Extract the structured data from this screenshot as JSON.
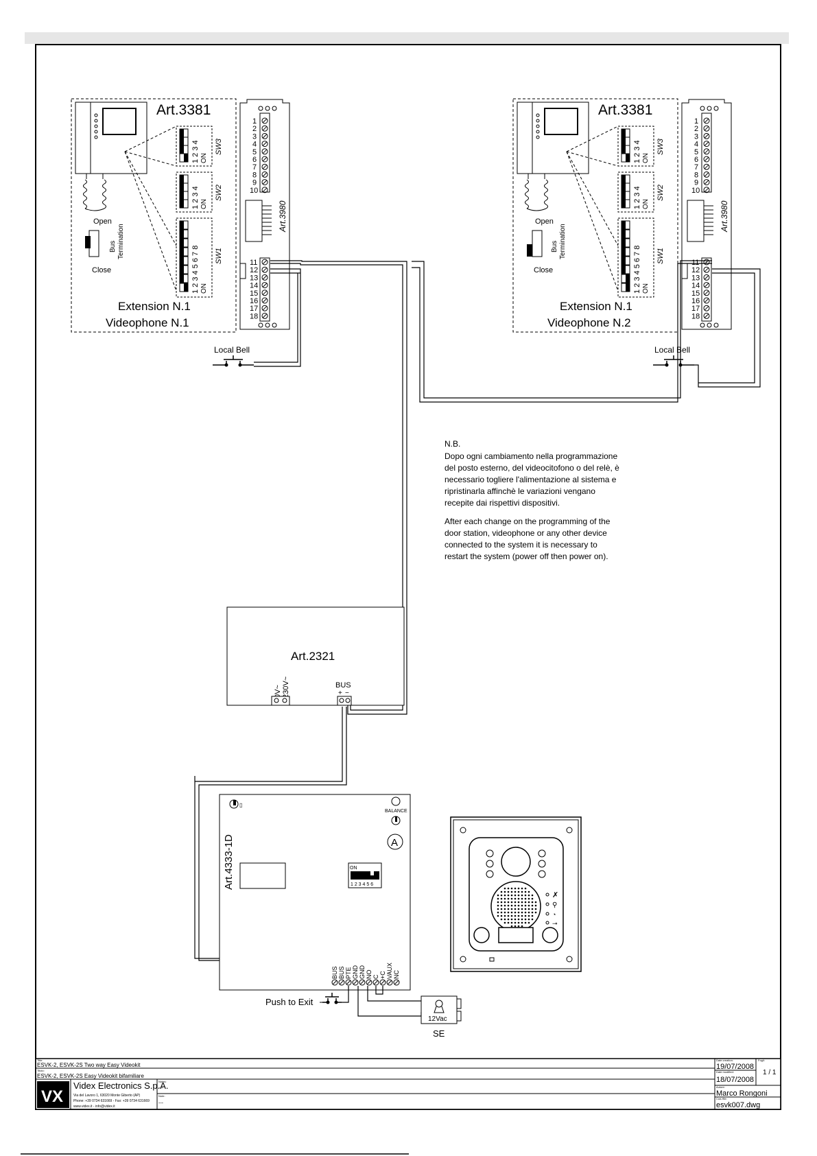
{
  "videophones": [
    {
      "model": "Art.3381",
      "extension": "Extension N.1",
      "videophone": "Videophone N.1",
      "termination": "Open"
    },
    {
      "model": "Art.3381",
      "extension": "Extension N.1",
      "videophone": "Videophone N.2",
      "termination": "Close"
    }
  ],
  "labels": {
    "open": "Open",
    "close": "Close",
    "bus": "Bus",
    "termination": "Termination",
    "sw1": "SW1",
    "sw2": "SW2",
    "sw3": "SW3",
    "on": "ON",
    "module": "Art.3980",
    "local_bell": "Local Bell"
  },
  "terminal_numbers_top": [
    "1",
    "2",
    "3",
    "4",
    "5",
    "6",
    "7",
    "8",
    "9",
    "10"
  ],
  "terminal_numbers_bottom": [
    "11",
    "12",
    "13",
    "14",
    "15",
    "16",
    "17",
    "18"
  ],
  "power_supply": {
    "model": "Art.2321",
    "in_0v": "0V~",
    "in_230v": "230V~",
    "bus": "BUS",
    "plus": "+",
    "minus": "−"
  },
  "door_unit": {
    "model": "Art.4333-1D",
    "balance": "BALANCE",
    "badge": "A",
    "dip_on": "ON",
    "dip_numbers": [
      "1",
      "2",
      "3",
      "4",
      "5",
      "6"
    ],
    "terminals": [
      "BUS",
      "BUS",
      "PTE",
      "GND",
      "GND",
      "NO",
      "C",
      "+C",
      "VAUX",
      "NC"
    ]
  },
  "lock": {
    "voltage": "12Vac",
    "label": "SE"
  },
  "push_to_exit": "Push to Exit",
  "note": {
    "title": "N.B.",
    "it": [
      "Dopo ogni cambiamento nella programmazione",
      "del posto esterno, del videocitofono o del relè, è",
      "necessario togliere l'alimentazione al sistema e",
      "ripristinarla affinchè le variazioni vengano",
      "recepite dai rispettivi dispositivi."
    ],
    "en": [
      "After each change on the programming of the",
      "door station, videophone or any other device",
      "connected to the system it is necessary to",
      "restart the system (power off then power on)."
    ]
  },
  "title_block": {
    "title_label": "Title:",
    "title": "ESVK-2, ESVK-2S Two way Easy Videokit",
    "title2_label": "Titolo:",
    "title2": "ESVK-2, ESVK-2S Easy Videokit bifamiliare",
    "company": "Videx Electronics S.p.A.",
    "address": "Via del Lavoro 1, 63020 Monte Giberto (AP)",
    "phone": "Phone: +39 0734 631669 - Fax: +39 0734 631669",
    "web": "www.videx.it - info@videx.it",
    "logo": "VX",
    "notes_label": "Notes:",
    "notes_value": "---",
    "note2_label": "Note:",
    "note2_value": "---",
    "date_creation_label": "Date creation:",
    "date_creation": "19/07/2008",
    "date_modified_label": "Date modified:",
    "date_modified": "18/07/2008",
    "sheets_label": "Fogli:",
    "sheets": "1 / 1",
    "author_label": "Autore:",
    "author": "Marco Rongoni",
    "file_label": "Cod./file:",
    "file": "esvk007.dwg"
  }
}
